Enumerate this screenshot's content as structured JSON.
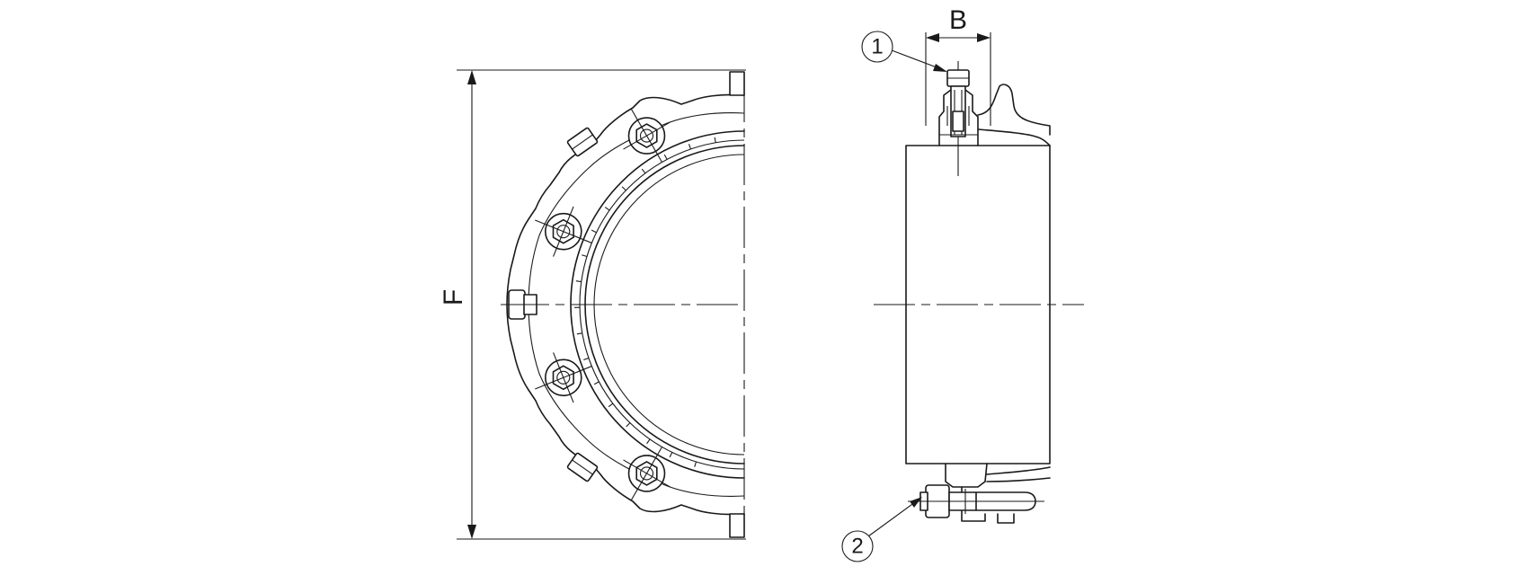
{
  "diagram": {
    "dimension_labels": {
      "height": "F",
      "width": "B"
    },
    "callouts": [
      {
        "number": "1"
      },
      {
        "number": "2"
      }
    ]
  }
}
